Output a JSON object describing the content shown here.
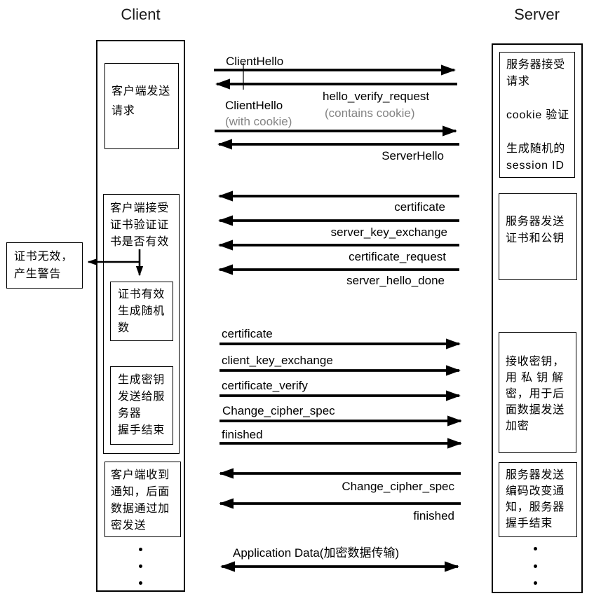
{
  "client": {
    "title": "Client",
    "boxes": {
      "send_request": "客户端发送\n请求",
      "accept_cert": "客户端接受\n证书验证证\n书是否有效",
      "cert_valid": "证书有效\n生成随机\n数",
      "gen_key": "生成密钥\n发送给服\n务器\n握手结束",
      "received_notice": "客户端收到\n通知，后面\n数据通过加\n密发送"
    }
  },
  "server": {
    "title": "Server",
    "boxes": {
      "accept_request": "服务器接受\n请求\n\ncookie 验证\n\n生成随机的\nsession ID",
      "send_cert": "服务器发送\n证书和公钥",
      "recv_key": "接收密钥，\n用 私 钥 解\n密，用于后\n面数据发送\n加密",
      "change_notice": "服务器发送\n编码改变通\n知，服务器\n握手结束"
    }
  },
  "warning": "证书无效，\n产生警告",
  "messages": {
    "client_hello_1": "ClientHello",
    "hello_verify_request": "hello_verify_request",
    "hello_verify_note": "(contains cookie)",
    "client_hello_2": "ClientHello",
    "client_hello_2_note": "(with cookie)",
    "server_hello": "ServerHello",
    "certificate_s": "certificate",
    "server_key_exchange": "server_key_exchange",
    "certificate_request": "certificate_request",
    "server_hello_done": "server_hello_done",
    "certificate_c": "certificate",
    "client_key_exchange": "client_key_exchange",
    "certificate_verify": "certificate_verify",
    "change_cipher_spec_c": "Change_cipher_spec",
    "finished_c": "finished",
    "change_cipher_spec_s": "Change_cipher_spec",
    "finished_s": "finished",
    "application_data": "Application Data(加密数据传输)"
  }
}
